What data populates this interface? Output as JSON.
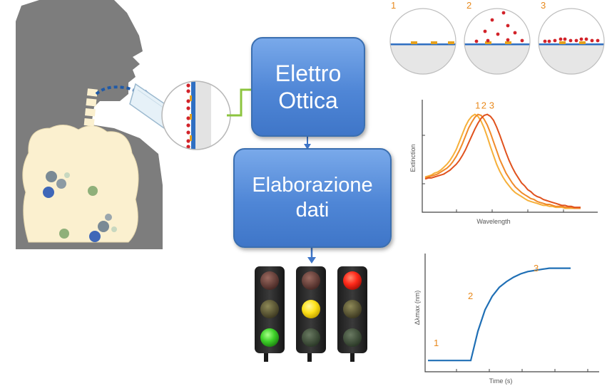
{
  "flow": {
    "step1_line1": "Elettro",
    "step1_line2": "Ottica",
    "step2_line1": "Elaborazione",
    "step2_line2": "dati"
  },
  "traffic_lights": [
    {
      "lit": "green"
    },
    {
      "lit": "yellow"
    },
    {
      "lit": "red"
    }
  ],
  "colors": {
    "box_fill": "#4f86d6",
    "arrow": "#3f76c8",
    "light_red": "#ff2a1a",
    "light_yellow": "#ffe21a",
    "light_green": "#3fd12a",
    "stage_number": "#e8891c",
    "curve1": "#f6b03a",
    "curve2": "#f08a2a",
    "curve3": "#e0521e",
    "sensor_curve": "#1f6fb5"
  },
  "stages": {
    "labels": [
      "1",
      "2",
      "3"
    ]
  },
  "chart_data": [
    {
      "type": "line",
      "title": "",
      "xlabel": "Wavelength",
      "ylabel": "Extinction",
      "x": [
        0,
        2,
        4,
        6,
        8,
        10,
        12,
        14,
        16,
        18,
        20,
        22,
        24,
        26,
        28,
        30,
        32,
        34,
        36,
        38,
        40,
        42,
        44,
        46,
        48,
        50,
        52,
        54,
        56,
        58,
        60,
        62,
        64,
        66,
        68,
        70,
        72,
        74,
        76,
        78,
        80,
        82,
        84,
        86,
        88,
        90,
        92,
        94,
        96,
        98,
        100
      ],
      "series": [
        {
          "name": "1",
          "peak": 34,
          "values": [
            0.36,
            0.37,
            0.38,
            0.4,
            0.41,
            0.43,
            0.46,
            0.49,
            0.53,
            0.58,
            0.64,
            0.72,
            0.8,
            0.88,
            0.94,
            0.98,
            1.0,
            0.98,
            0.93,
            0.86,
            0.77,
            0.67,
            0.58,
            0.49,
            0.42,
            0.36,
            0.31,
            0.27,
            0.23,
            0.2,
            0.18,
            0.16,
            0.14,
            0.12,
            0.11,
            0.1,
            0.09,
            0.08,
            0.07,
            0.07,
            0.06,
            0.06,
            0.05,
            0.05,
            0.05,
            0.04,
            0.04,
            0.04,
            0.04,
            0.04,
            0.04
          ]
        },
        {
          "name": "2",
          "peak": 38,
          "values": [
            0.35,
            0.36,
            0.37,
            0.38,
            0.39,
            0.41,
            0.43,
            0.45,
            0.48,
            0.52,
            0.57,
            0.63,
            0.7,
            0.78,
            0.86,
            0.92,
            0.97,
            1.0,
            0.99,
            0.95,
            0.89,
            0.81,
            0.72,
            0.63,
            0.54,
            0.47,
            0.4,
            0.35,
            0.3,
            0.26,
            0.23,
            0.2,
            0.18,
            0.16,
            0.14,
            0.13,
            0.11,
            0.1,
            0.09,
            0.08,
            0.08,
            0.07,
            0.06,
            0.06,
            0.06,
            0.05,
            0.05,
            0.05,
            0.04,
            0.04,
            0.04
          ]
        },
        {
          "name": "3",
          "peak": 43,
          "values": [
            0.34,
            0.35,
            0.35,
            0.36,
            0.37,
            0.38,
            0.39,
            0.41,
            0.43,
            0.46,
            0.49,
            0.53,
            0.58,
            0.64,
            0.71,
            0.78,
            0.85,
            0.91,
            0.96,
            0.99,
            1.0,
            0.98,
            0.94,
            0.87,
            0.79,
            0.7,
            0.61,
            0.53,
            0.46,
            0.4,
            0.35,
            0.3,
            0.27,
            0.23,
            0.21,
            0.18,
            0.16,
            0.15,
            0.13,
            0.12,
            0.11,
            0.1,
            0.09,
            0.08,
            0.07,
            0.07,
            0.06,
            0.06,
            0.05,
            0.05,
            0.05
          ]
        }
      ],
      "ylim": [
        0,
        1.15
      ],
      "grid": false
    },
    {
      "type": "line",
      "title": "",
      "xlabel": "Time (s)",
      "ylabel": "Δλmax (nm)",
      "x": [
        0,
        5,
        10,
        15,
        20,
        25,
        30,
        35,
        40,
        45,
        50,
        55,
        60,
        65,
        70,
        75,
        80,
        85,
        90,
        95,
        100
      ],
      "series": [
        {
          "values": [
            0.1,
            0.1,
            0.1,
            0.1,
            0.1,
            0.1,
            0.1,
            0.36,
            0.55,
            0.67,
            0.75,
            0.8,
            0.84,
            0.87,
            0.89,
            0.9,
            0.91,
            0.92,
            0.92,
            0.92,
            0.92
          ]
        }
      ],
      "annotations": [
        "1",
        "2",
        "3"
      ],
      "ylim": [
        0,
        1.05
      ],
      "grid": false
    }
  ]
}
